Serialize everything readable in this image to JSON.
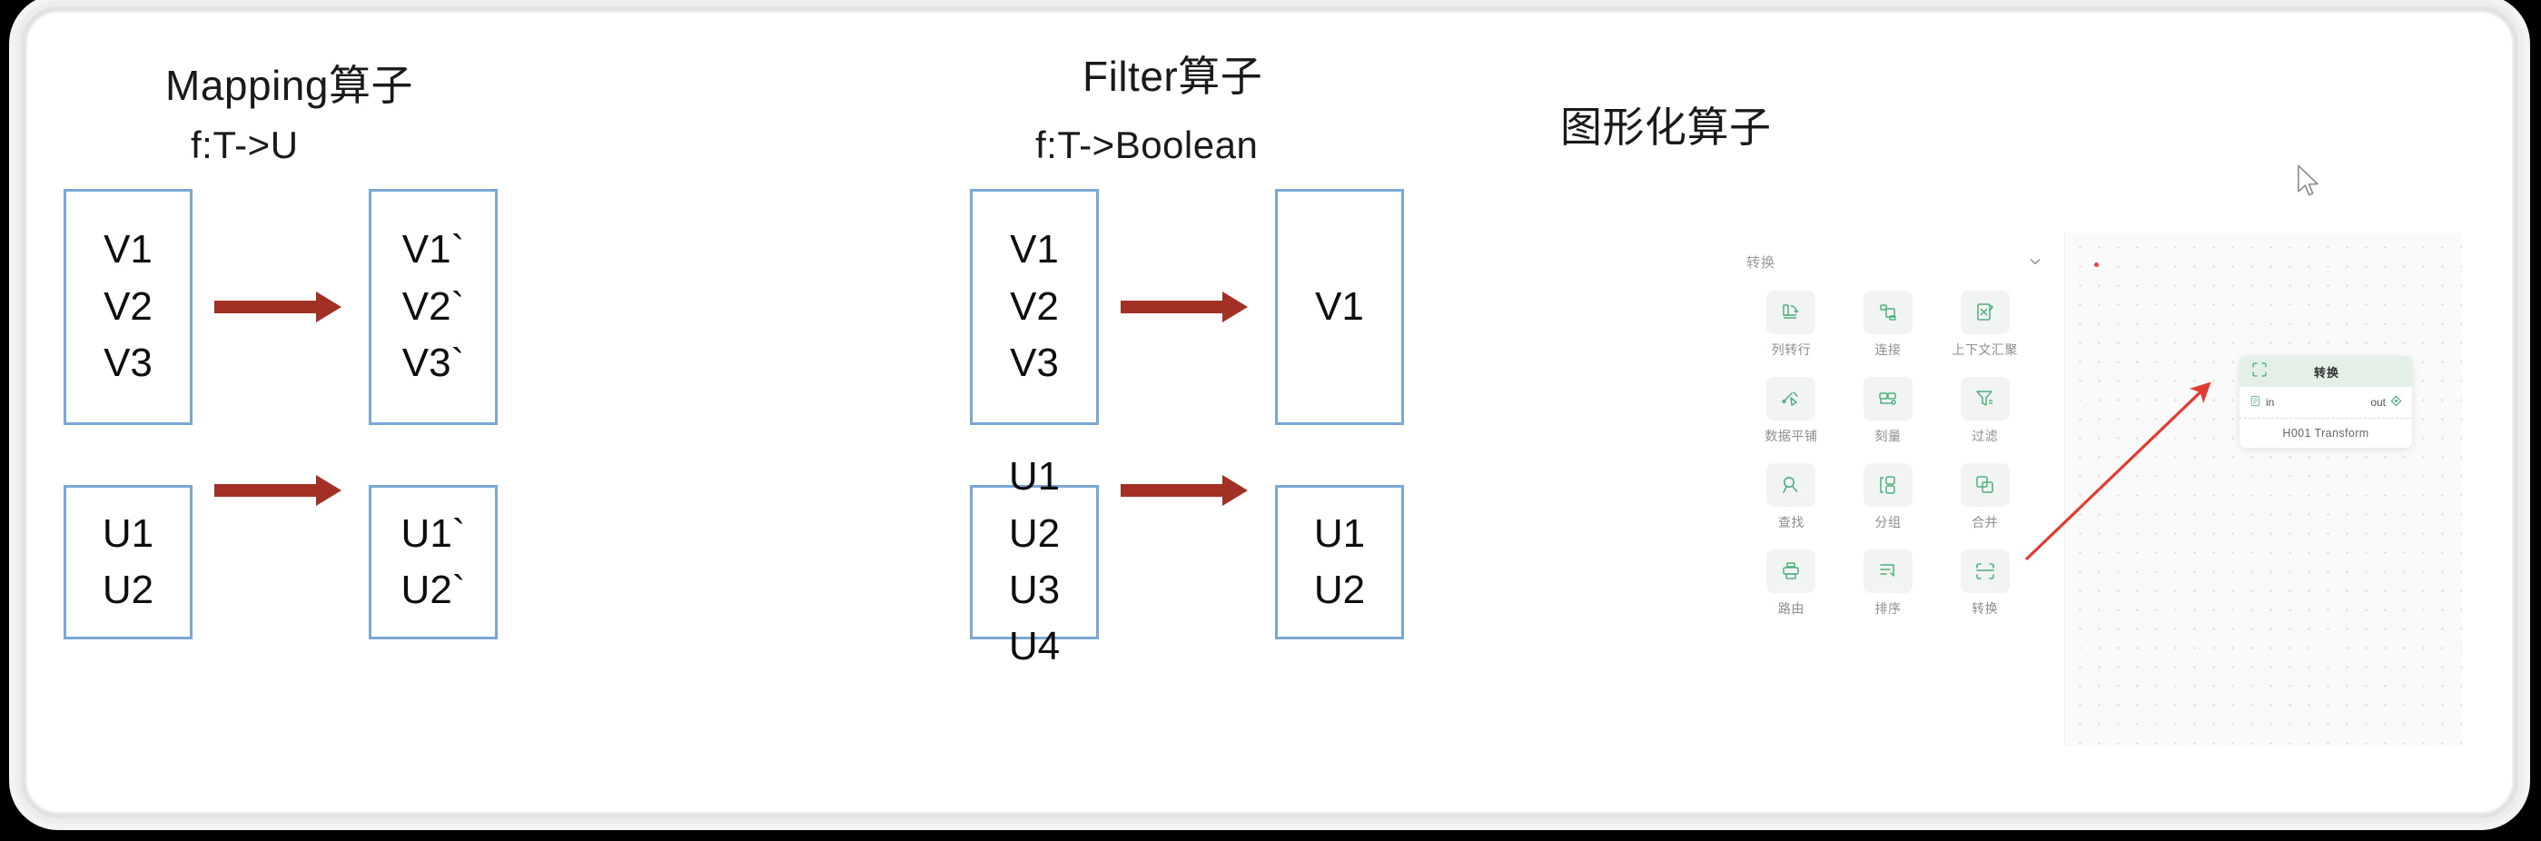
{
  "slide": {
    "sections": [
      {
        "id": "mapping",
        "title": "Mapping算子",
        "signature": "f:T->U",
        "rows": [
          {
            "source": [
              "V1",
              "V2",
              "V3"
            ],
            "target": [
              "V1`",
              "V2`",
              "V3`"
            ]
          },
          {
            "source": [
              "U1",
              "U2"
            ],
            "target": [
              "U1`",
              "U2`"
            ]
          }
        ]
      },
      {
        "id": "filter",
        "title": "Filter算子",
        "signature": "f:T->Boolean",
        "rows": [
          {
            "source": [
              "V1",
              "V2",
              "V3"
            ],
            "target": [
              "V1"
            ]
          },
          {
            "source": [
              "U1",
              "U2",
              "U3",
              "U4"
            ],
            "target": [
              "U1",
              "U2"
            ]
          }
        ]
      },
      {
        "id": "graphical",
        "title": "图形化算子"
      }
    ]
  },
  "app": {
    "palette": {
      "group_title": "转换",
      "collapse_icon": "chevron-down-icon",
      "items": [
        {
          "label": "列转行",
          "icon": "pivot-icon"
        },
        {
          "label": "连接",
          "icon": "join-icon"
        },
        {
          "label": "上下文汇聚",
          "icon": "context-aggregate-icon"
        },
        {
          "label": "数据平铺",
          "icon": "flatten-icon"
        },
        {
          "label": "刻量",
          "icon": "measure-icon"
        },
        {
          "label": "过滤",
          "icon": "filter-funnel-icon"
        },
        {
          "label": "查找",
          "icon": "search-icon"
        },
        {
          "label": "分组",
          "icon": "group-icon"
        },
        {
          "label": "合并",
          "icon": "merge-icon"
        },
        {
          "label": "路由",
          "icon": "route-icon"
        },
        {
          "label": "排序",
          "icon": "sort-icon"
        },
        {
          "label": "转换",
          "icon": "transform-icon"
        }
      ]
    },
    "node": {
      "title": "转换",
      "icon": "transform-icon",
      "in_port_label": "in",
      "out_port_label": "out",
      "footer_label": "H001 Transform"
    }
  },
  "colors": {
    "box_border": "#7ba7d4",
    "arrow_red": "#a33024",
    "annotation_red": "#e23b30",
    "accent_green": "#4caf7d",
    "node_header_bg": "#e4f0e7",
    "canvas_bg": "#fafafa"
  },
  "cursor": {
    "icon": "mouse-pointer-icon"
  }
}
